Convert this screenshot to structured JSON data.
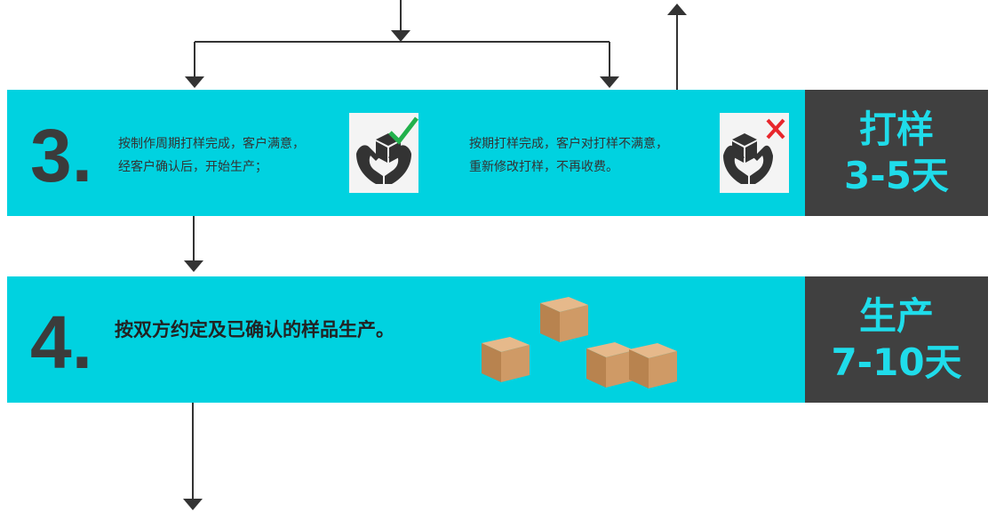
{
  "step3": {
    "number": "3.",
    "pass_text_line1": "按制作周期打样完成，客户满意，",
    "pass_text_line2": "经客户确认后，开始生产；",
    "fail_text_line1": "按期打样完成，客户对打样不满意，",
    "fail_text_line2": "重新修改打样，不再收费。",
    "side_title": "打样",
    "side_duration": "3-5天",
    "pass_icon": "hands-box-check-icon",
    "fail_icon": "hands-box-cross-icon"
  },
  "step4": {
    "number": "4.",
    "text": "按双方约定及已确认的样品生产。",
    "side_title": "生产",
    "side_duration": "7-10天",
    "illustration": "cardboard-boxes"
  },
  "colors": {
    "band": "#00d2e0",
    "side_panel": "#404040",
    "side_text": "#1fdcea",
    "number_text": "#3b3b3b",
    "check": "#22b14c",
    "cross": "#e8262c",
    "arrow": "#333333"
  }
}
